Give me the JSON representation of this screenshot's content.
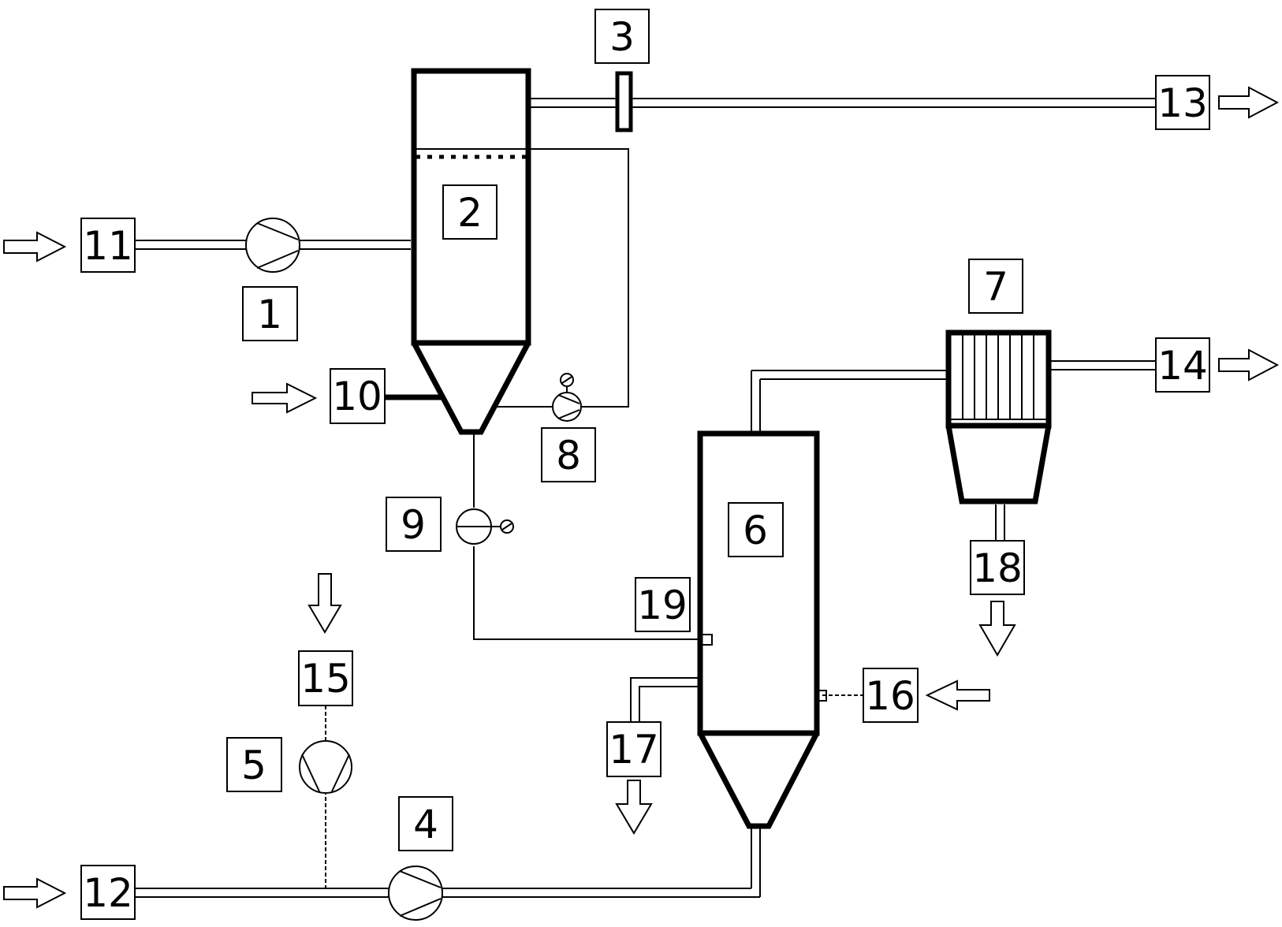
{
  "labels": {
    "l1": "1",
    "l2": "2",
    "l3": "3",
    "l4": "4",
    "l5": "5",
    "l6": "6",
    "l7": "7",
    "l8": "8",
    "l9": "9",
    "l10": "10",
    "l11": "11",
    "l12": "12",
    "l13": "13",
    "l14": "14",
    "l15": "15",
    "l16": "16",
    "l17": "17",
    "l18": "18",
    "l19": "19"
  },
  "colors": {
    "stroke": "#000000",
    "background": "#ffffff"
  }
}
